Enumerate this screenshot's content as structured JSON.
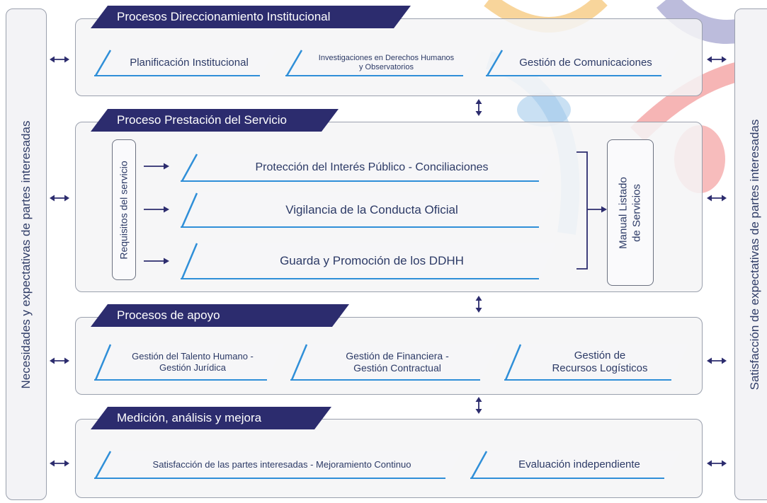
{
  "left_side_label": "Necesidades y expectativas de partes interesadas",
  "right_side_label": "Satisfacción de expectativas de partes interesadas",
  "sections": {
    "direccionamiento": {
      "title": "Procesos Direccionamiento Institucional",
      "items": [
        "Planificación Institucional",
        "Investigaciones en Derechos Humanos\ny Observatorios",
        "Gestión de Comunicaciones"
      ]
    },
    "prestacion": {
      "title": "Proceso Prestación del Servicio",
      "requirements_label": "Requisitos del servicio",
      "items": [
        "Protección del Interés Público -  Conciliaciones",
        "Vigilancia de la Conducta Oficial",
        "Guarda y Promoción de los DDHH"
      ],
      "output_label": "Manual Listado\nde Servicios"
    },
    "apoyo": {
      "title": "Procesos de apoyo",
      "items": [
        "Gestión del Talento Humano -\nGestión Jurídica",
        "Gestión de Financiera -\nGestión Contractual",
        "Gestión de\nRecursos Logísticos"
      ]
    },
    "medicion": {
      "title": "Medición, análisis y mejora",
      "items": [
        "Satisfacción de las partes interesadas - Mejoramiento Continuo",
        "Evaluación independiente"
      ]
    }
  },
  "colors": {
    "header_bg": "#2c2c6e",
    "underline_blue": "#2f8fd8",
    "deco_purple": "#8f8fc4",
    "deco_orange": "#f5c77a",
    "deco_red": "#ee6b6b",
    "deco_lightblue": "#9cc6ea"
  }
}
